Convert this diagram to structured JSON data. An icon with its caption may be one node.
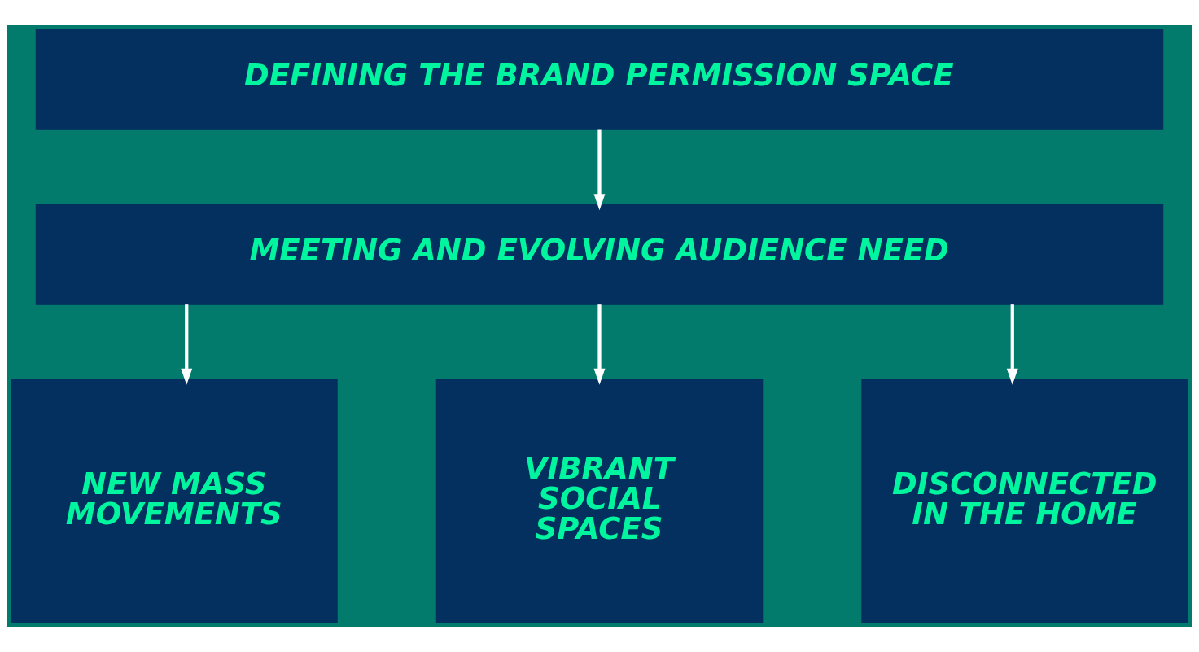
{
  "diagram": {
    "nodes": [
      {
        "text": [
          "DEFINING THE BRAND PERMISSION SPACE"
        ]
      },
      {
        "text": [
          "MEETING AND EVOLVING AUDIENCE NEED"
        ]
      },
      {
        "text": [
          "NEW MASS MOVEMENTS"
        ]
      },
      {
        "text": [
          "VIBRANT SOCIAL SPACES"
        ]
      },
      {
        "text": [
          "DISCONNECTED IN THE HOME"
        ]
      }
    ],
    "edges": [
      {
        "from": 0,
        "to": 1,
        "arrow": "to"
      },
      {
        "from": 1,
        "to": 2,
        "arrow": "to"
      },
      {
        "from": 1,
        "to": 3,
        "arrow": "to"
      },
      {
        "from": 1,
        "to": 4,
        "arrow": "to"
      }
    ]
  }
}
